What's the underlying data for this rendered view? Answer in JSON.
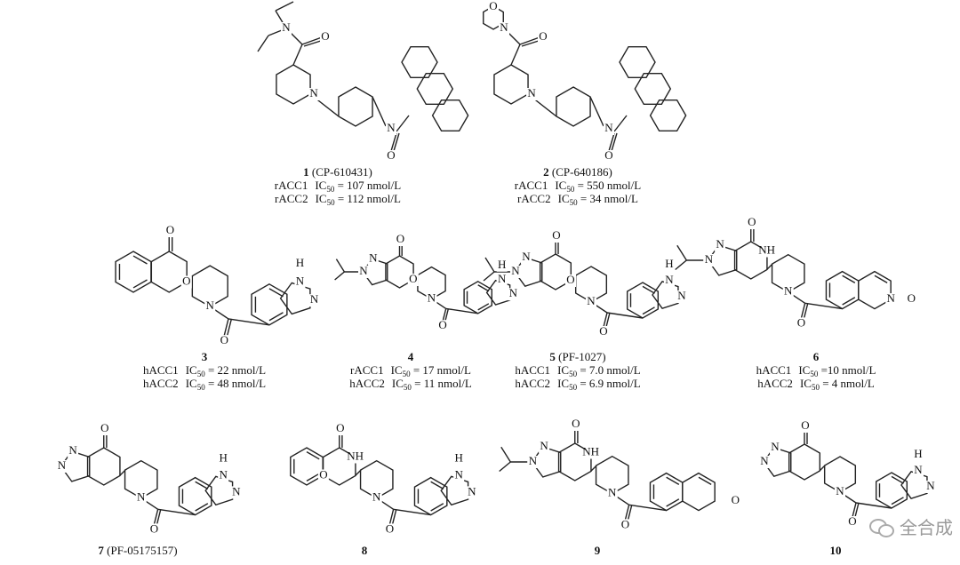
{
  "compounds": [
    {
      "number": "1",
      "code": "(CP-610431)",
      "atoms": [
        "N",
        "O",
        "N",
        "N",
        "O"
      ],
      "activities": [
        {
          "enzyme": "rACC1",
          "ic": "IC",
          "sub": "50",
          "value": "= 107 nmol/L"
        },
        {
          "enzyme": "rACC2",
          "ic": "IC",
          "sub": "50",
          "value": "= 112 nmol/L"
        }
      ]
    },
    {
      "number": "2",
      "code": "(CP-640186)",
      "atoms": [
        "O",
        "N",
        "O",
        "N",
        "N",
        "O"
      ],
      "activities": [
        {
          "enzyme": "rACC1",
          "ic": "IC",
          "sub": "50",
          "value": "= 550 nmol/L"
        },
        {
          "enzyme": "rACC2",
          "ic": "IC",
          "sub": "50",
          "value": "= 34 nmol/L"
        }
      ]
    },
    {
      "number": "3",
      "code": "",
      "atoms": [
        "O",
        "O",
        "N",
        "O",
        "H",
        "N",
        "N"
      ],
      "activities": [
        {
          "enzyme": "hACC1",
          "ic": "IC",
          "sub": "50",
          "value": "= 22 nmol/L"
        },
        {
          "enzyme": "hACC2",
          "ic": "IC",
          "sub": "50",
          "value": "= 48 nmol/L"
        }
      ]
    },
    {
      "number": "4",
      "code": "",
      "atoms": [
        "N",
        "N",
        "O",
        "O",
        "N",
        "O",
        "H",
        "N",
        "N"
      ],
      "activities": [
        {
          "enzyme": "rACC1",
          "ic": "IC",
          "sub": "50",
          "value": "= 17 nmol/L"
        },
        {
          "enzyme": "hACC2",
          "ic": "IC",
          "sub": "50",
          "value": "= 11 nmol/L"
        }
      ]
    },
    {
      "number": "5",
      "code": "(PF-1027)",
      "atoms": [
        "N",
        "N",
        "O",
        "O",
        "N",
        "O",
        "H",
        "N",
        "N"
      ],
      "activities": [
        {
          "enzyme": "hACC1",
          "ic": "IC",
          "sub": "50",
          "value": "= 7.0 nmol/L"
        },
        {
          "enzyme": "hACC2",
          "ic": "IC",
          "sub": "50",
          "value": "= 6.9 nmol/L"
        }
      ]
    },
    {
      "number": "6",
      "code": "",
      "atoms": [
        "N",
        "N",
        "O",
        "NH",
        "N",
        "O",
        "N",
        "O"
      ],
      "activities": [
        {
          "enzyme": "hACC1",
          "ic": "IC",
          "sub": "50",
          "value": "=10 nmol/L"
        },
        {
          "enzyme": "hACC2",
          "ic": "IC",
          "sub": "50",
          "value": "= 4 nmol/L"
        }
      ]
    },
    {
      "number": "7",
      "code": "(PF-05175157)",
      "atoms": [
        "N",
        "N",
        "O",
        "N",
        "O",
        "H",
        "N",
        "N"
      ],
      "activities": []
    },
    {
      "number": "8",
      "code": "",
      "atoms": [
        "O",
        "NH",
        "O",
        "N",
        "O",
        "H",
        "N",
        "N"
      ],
      "activities": []
    },
    {
      "number": "9",
      "code": "",
      "atoms": [
        "N",
        "N",
        "O",
        "NH",
        "N",
        "O",
        "O"
      ],
      "activities": []
    },
    {
      "number": "10",
      "code": "",
      "atoms": [
        "N",
        "N",
        "O",
        "N",
        "O",
        "H",
        "N",
        "N"
      ],
      "activities": []
    }
  ],
  "watermark": {
    "text": "全合成",
    "icon": "wechat-icon"
  }
}
